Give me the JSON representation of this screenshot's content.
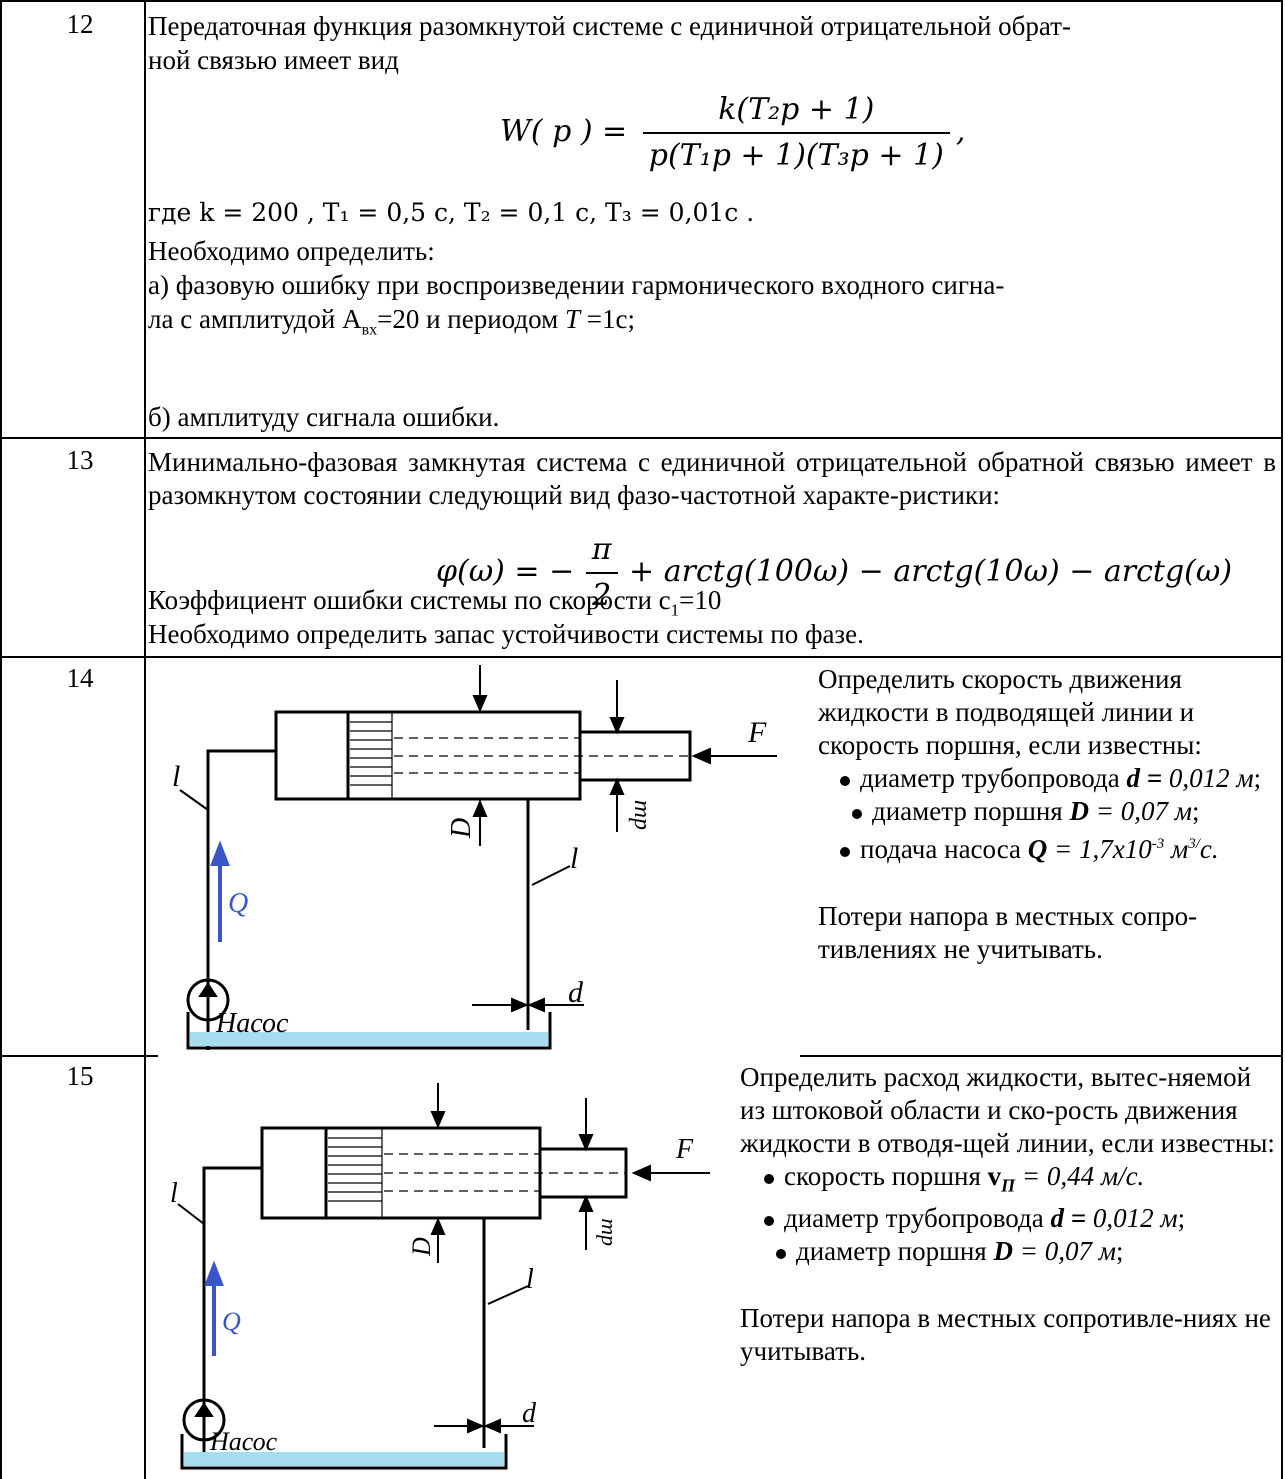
{
  "rows": [
    {
      "number": "12",
      "line1": "Передаточная функция разомкнутой системе с единичной отрицательной обрат-",
      "line2": "ной связью имеет вид",
      "formula_lhs": "W( p ) =",
      "formula_num": "k(T₂p + 1)",
      "formula_den": "p(T₁p + 1)(T₃p + 1)",
      "formula_tail": ",",
      "params": "где  k = 200 ,  T₁ = 0,5 с,  T₂ = 0,1 с,  T₃ = 0,01с .",
      "need": "Необходимо определить:",
      "item_a1": "а) фазовую ошибку при воспроизведении гармонического входного сигна-",
      "item_a2_pre": "ла с амплитудой А",
      "item_a2_sub": "вх",
      "item_a2_mid": "=20 и периодом ",
      "item_a2_T": "T",
      "item_a2_post": " =1с;",
      "item_b": "б) амплитуду сигнала ошибки."
    },
    {
      "number": "13",
      "para": "Минимально-фазовая замкнутая система с единичной отрицательной обратной связью имеет в разомкнутом состоянии следующий вид фазо-частотной характе-ристики:",
      "formula_lhs": "φ(ω) = −",
      "formula_num": "π",
      "formula_den": "2",
      "formula_rhs": "+ arctg(100ω) − arctg(10ω) − arctg(ω)",
      "coef_pre": "Коэффициент ошибки системы по скорости с",
      "coef_sub": "1",
      "coef_post": "=10",
      "need": "Необходимо определить запас устойчивости системы по фазе."
    },
    {
      "number": "14",
      "intro": "Определить  скорость движения жидкости в подводящей линии и скорость поршня, если известны:",
      "b1_text": "диаметр трубопровода ",
      "b1_sym": "d =",
      "b1_val": "0,012 м",
      "b1_end": ";",
      "b2_text": "диаметр поршня ",
      "b2_sym": "D",
      "b2_val": " = 0,07 м",
      "b2_end": ";",
      "b3_text": "подача насоса ",
      "b3_sym": "Q",
      "b3_val": " = 1,7х10",
      "b3_exp": "-3",
      "b3_unit": " м",
      "b3_unit_exp": "3/",
      "b3_unit_end": "с.",
      "note": "Потери напора в местных сопро-тивлениях не учитывать."
    },
    {
      "number": "15",
      "intro": "Определить  расход жидкости, вытес-няемой из штоковой области и ско-рость движения жидкости в отводя-щей линии, если известны:",
      "b1_text": "скорость поршня ",
      "b1_sym": "v",
      "b1_sub": "П",
      "b1_val": " = 0,44  м/с.",
      "b2_text": "диаметр трубопровода ",
      "b2_sym": "d = ",
      "b2_val": "0,012 м",
      "b2_end": ";",
      "b3_text": "диаметр поршня ",
      "b3_sym": "D",
      "b3_val": " = 0,07 м",
      "b3_end": ";",
      "note": "Потери напора в местных сопротивле-ниях не учитывать."
    }
  ],
  "diagram_labels": {
    "force": "F",
    "length": "l",
    "flow": "Q",
    "piston_diameter": "D",
    "rod_diameter": "dш",
    "pipe_diameter": "d",
    "pump": "Насос"
  },
  "colors": {
    "flow_arrow": "#3a55c8",
    "tank_liquid": "#a8dcef",
    "line": "#000000"
  }
}
